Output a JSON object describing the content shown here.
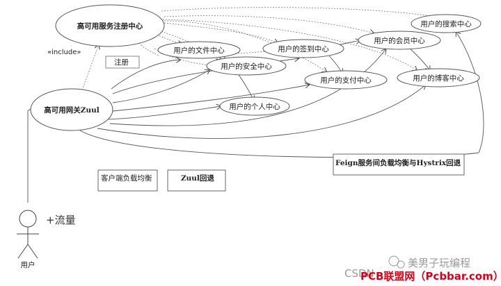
{
  "nodes": {
    "registry": "高可用服务注册中心",
    "gateway": "高可用网关Zuul",
    "file": "用户的文件中心",
    "security": "用户的安全中心",
    "checkin": "用户的签到中心",
    "member": "用户的会员中心",
    "payment": "用户的支付中心",
    "search": "用户的搜索中心",
    "blog": "用户的博客中心",
    "personal": "用户的个人中心"
  },
  "relations": {
    "include": "«include»",
    "register": "注册"
  },
  "notes": {
    "client_lb": "客户端负载均衡",
    "zuul_fallback": "Zuul回退",
    "feign": "Feign服务间负载均衡与Hystrix回退"
  },
  "actor": {
    "name": "用户",
    "traffic": "+流量"
  },
  "watermarks": {
    "wechat": "美男子玩编程",
    "csdn": "CSDN",
    "site": "PCB联盟网（Pcbbar.com）"
  },
  "colors": {
    "stroke": "#555555",
    "dotted": "#777777",
    "brand": "#d8001a"
  }
}
